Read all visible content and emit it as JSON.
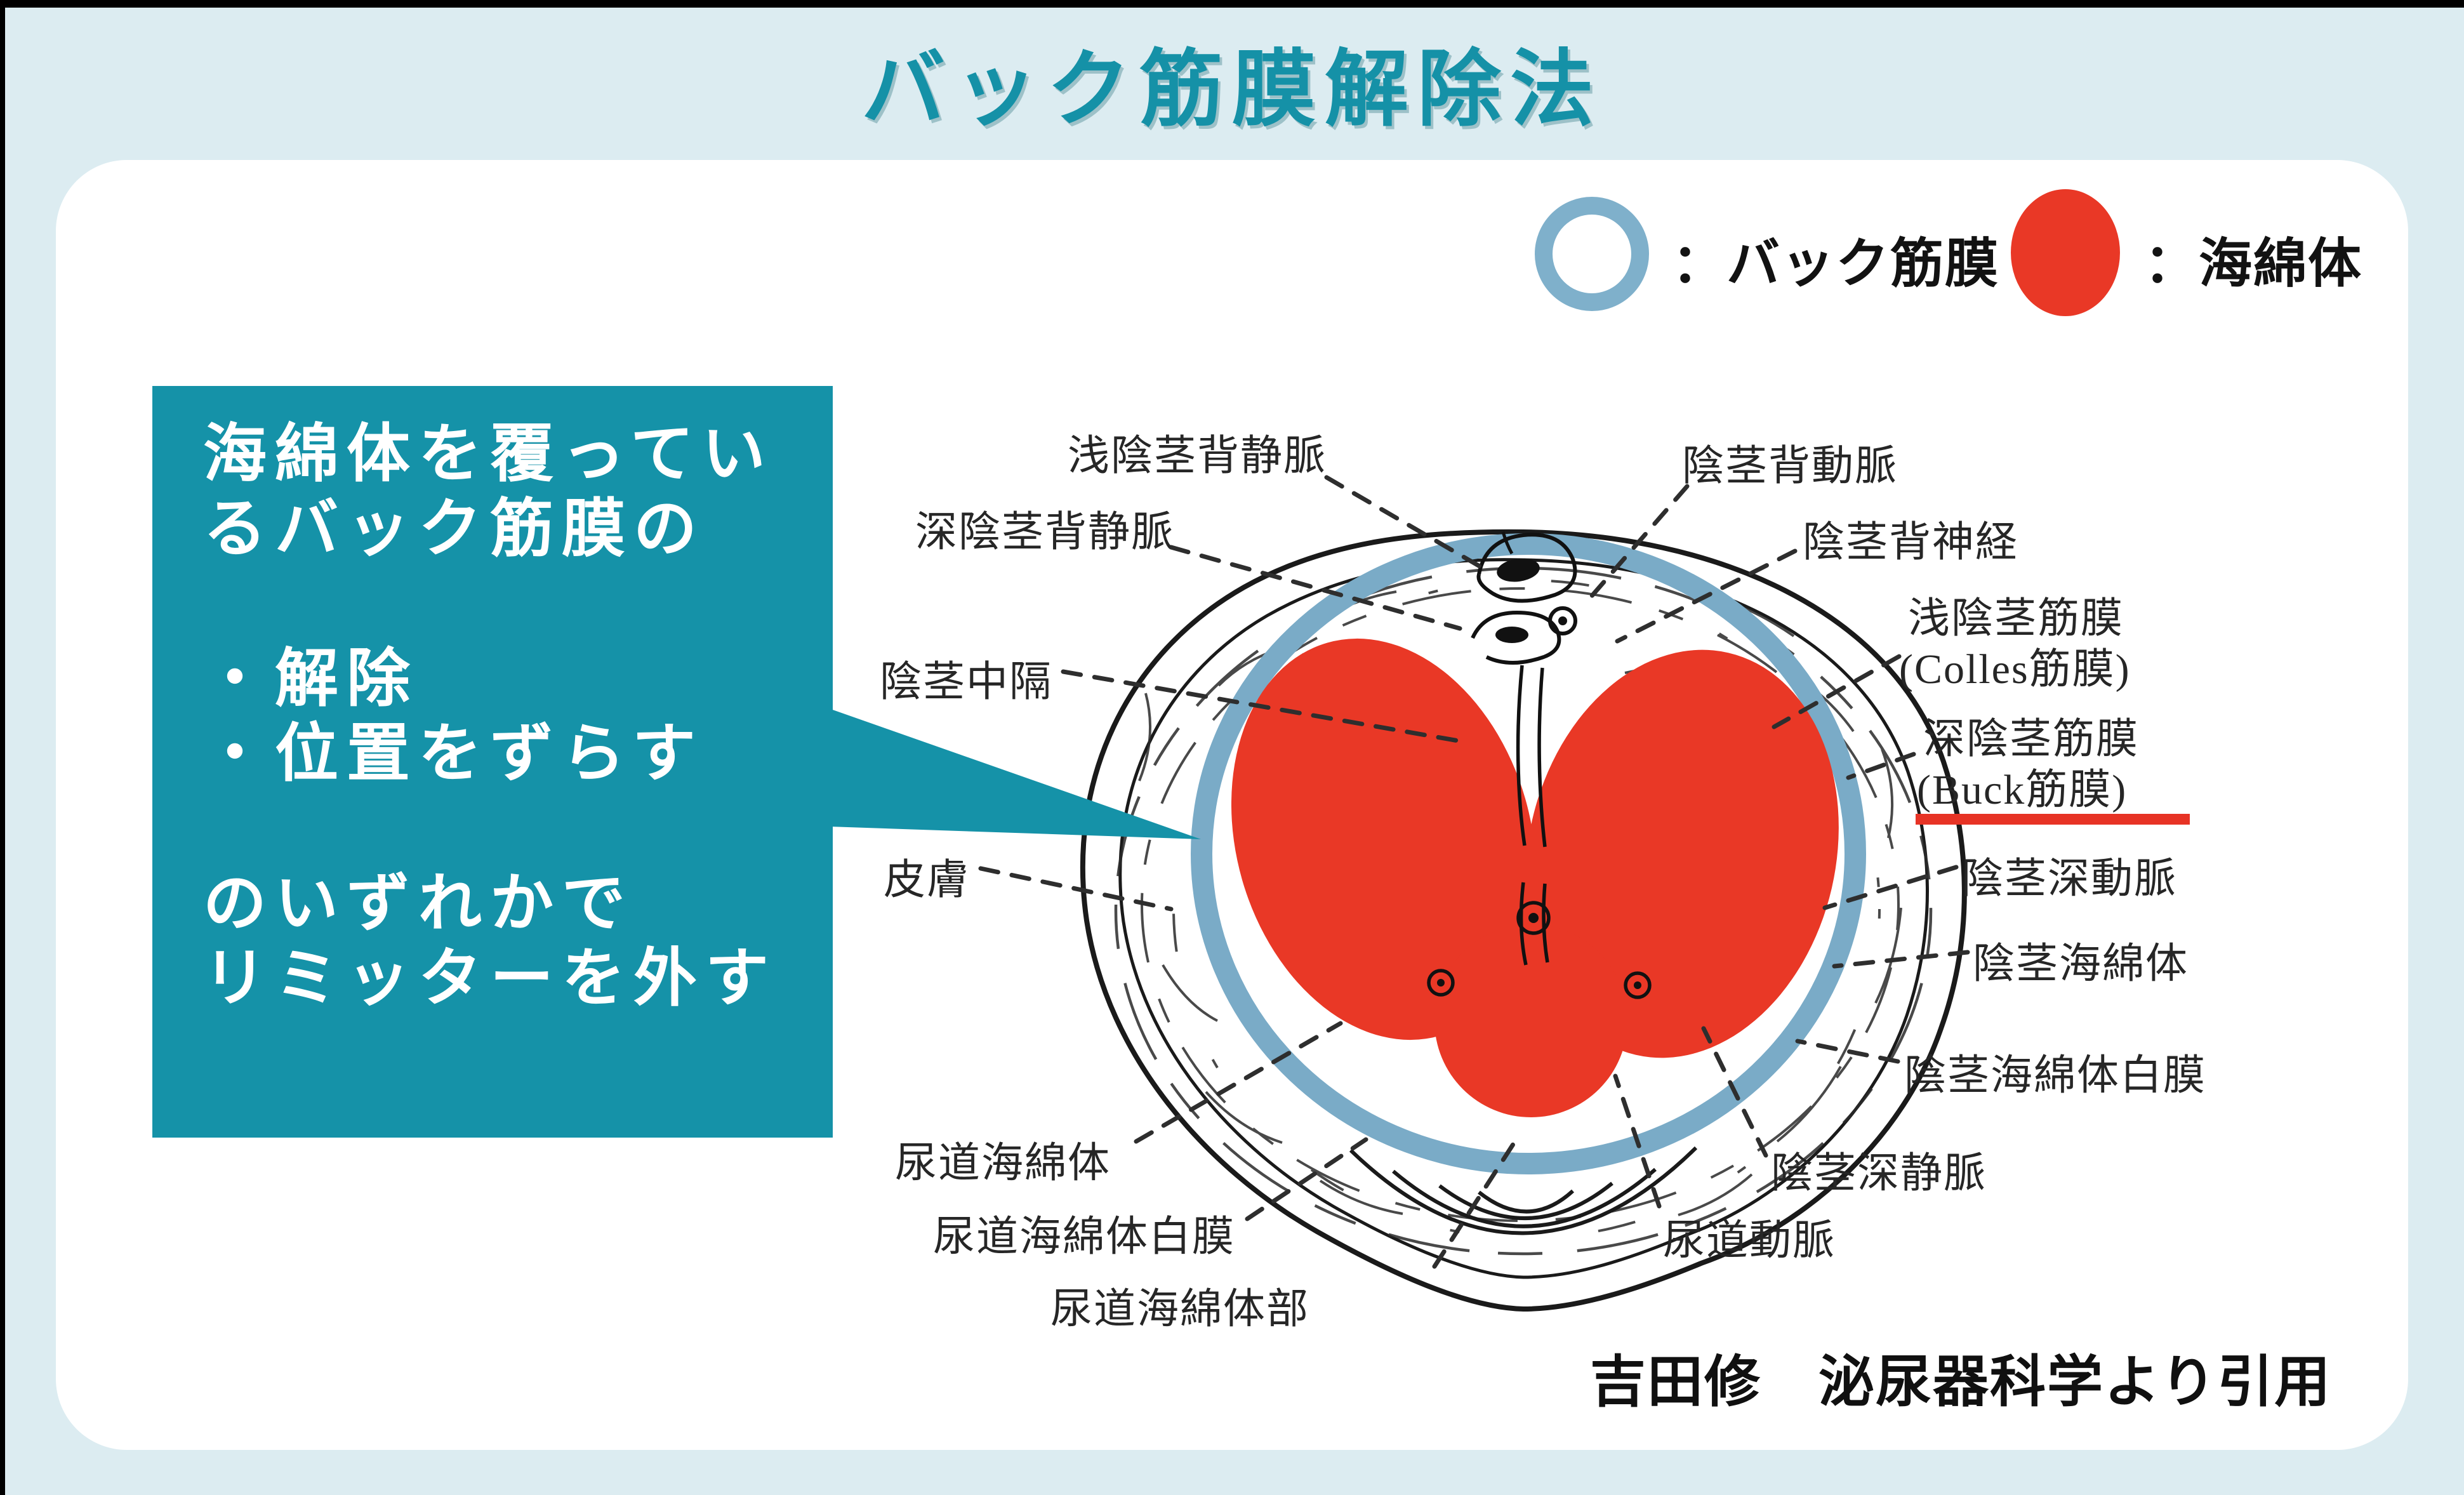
{
  "title": "バック筋膜解除法",
  "legend": {
    "buck_label": "：バック筋膜",
    "cavernosum_label": "：海綿体"
  },
  "callout": {
    "lines": [
      "海綿体を覆ってい",
      "るバック筋膜の",
      "",
      "・解除",
      "・位置をずらす",
      "",
      "のいずれかで",
      "リミッターを外す"
    ]
  },
  "diagram_labels": {
    "superficial_dorsal_vein": "浅陰茎背静脈",
    "deep_dorsal_vein": "深陰茎背静脈",
    "penile_septum": "陰茎中隔",
    "skin": "皮膚",
    "corpus_spongiosum": "尿道海綿体",
    "spongiosum_albuginea": "尿道海綿体白膜",
    "spongy_urethra": "尿道海綿体部",
    "dorsal_artery": "陰茎背動脈",
    "dorsal_nerve": "陰茎背神経",
    "superficial_fascia_line1": "浅陰茎筋膜",
    "superficial_fascia_line2": "(Colles筋膜)",
    "deep_fascia_line1": "深陰茎筋膜",
    "deep_fascia_line2": "(Buck筋膜)",
    "deep_artery": "陰茎深動脈",
    "corpus_cavernosum": "陰茎海綿体",
    "cavernosum_albuginea": "陰茎海綿体白膜",
    "deep_vein": "陰茎深静脈",
    "urethral_artery": "尿道動脈"
  },
  "citation": "吉田修　泌尿器科学より引用",
  "colors": {
    "background": "#dcecf1",
    "card": "#ffffff",
    "title_teal": "#1591a7",
    "callout_teal": "#1592a8",
    "cavernosum_red": "#e93826",
    "buck_fascia_blue": "#7aabc7",
    "underline_red": "#e73325",
    "line_art": "#1a1a1a"
  }
}
